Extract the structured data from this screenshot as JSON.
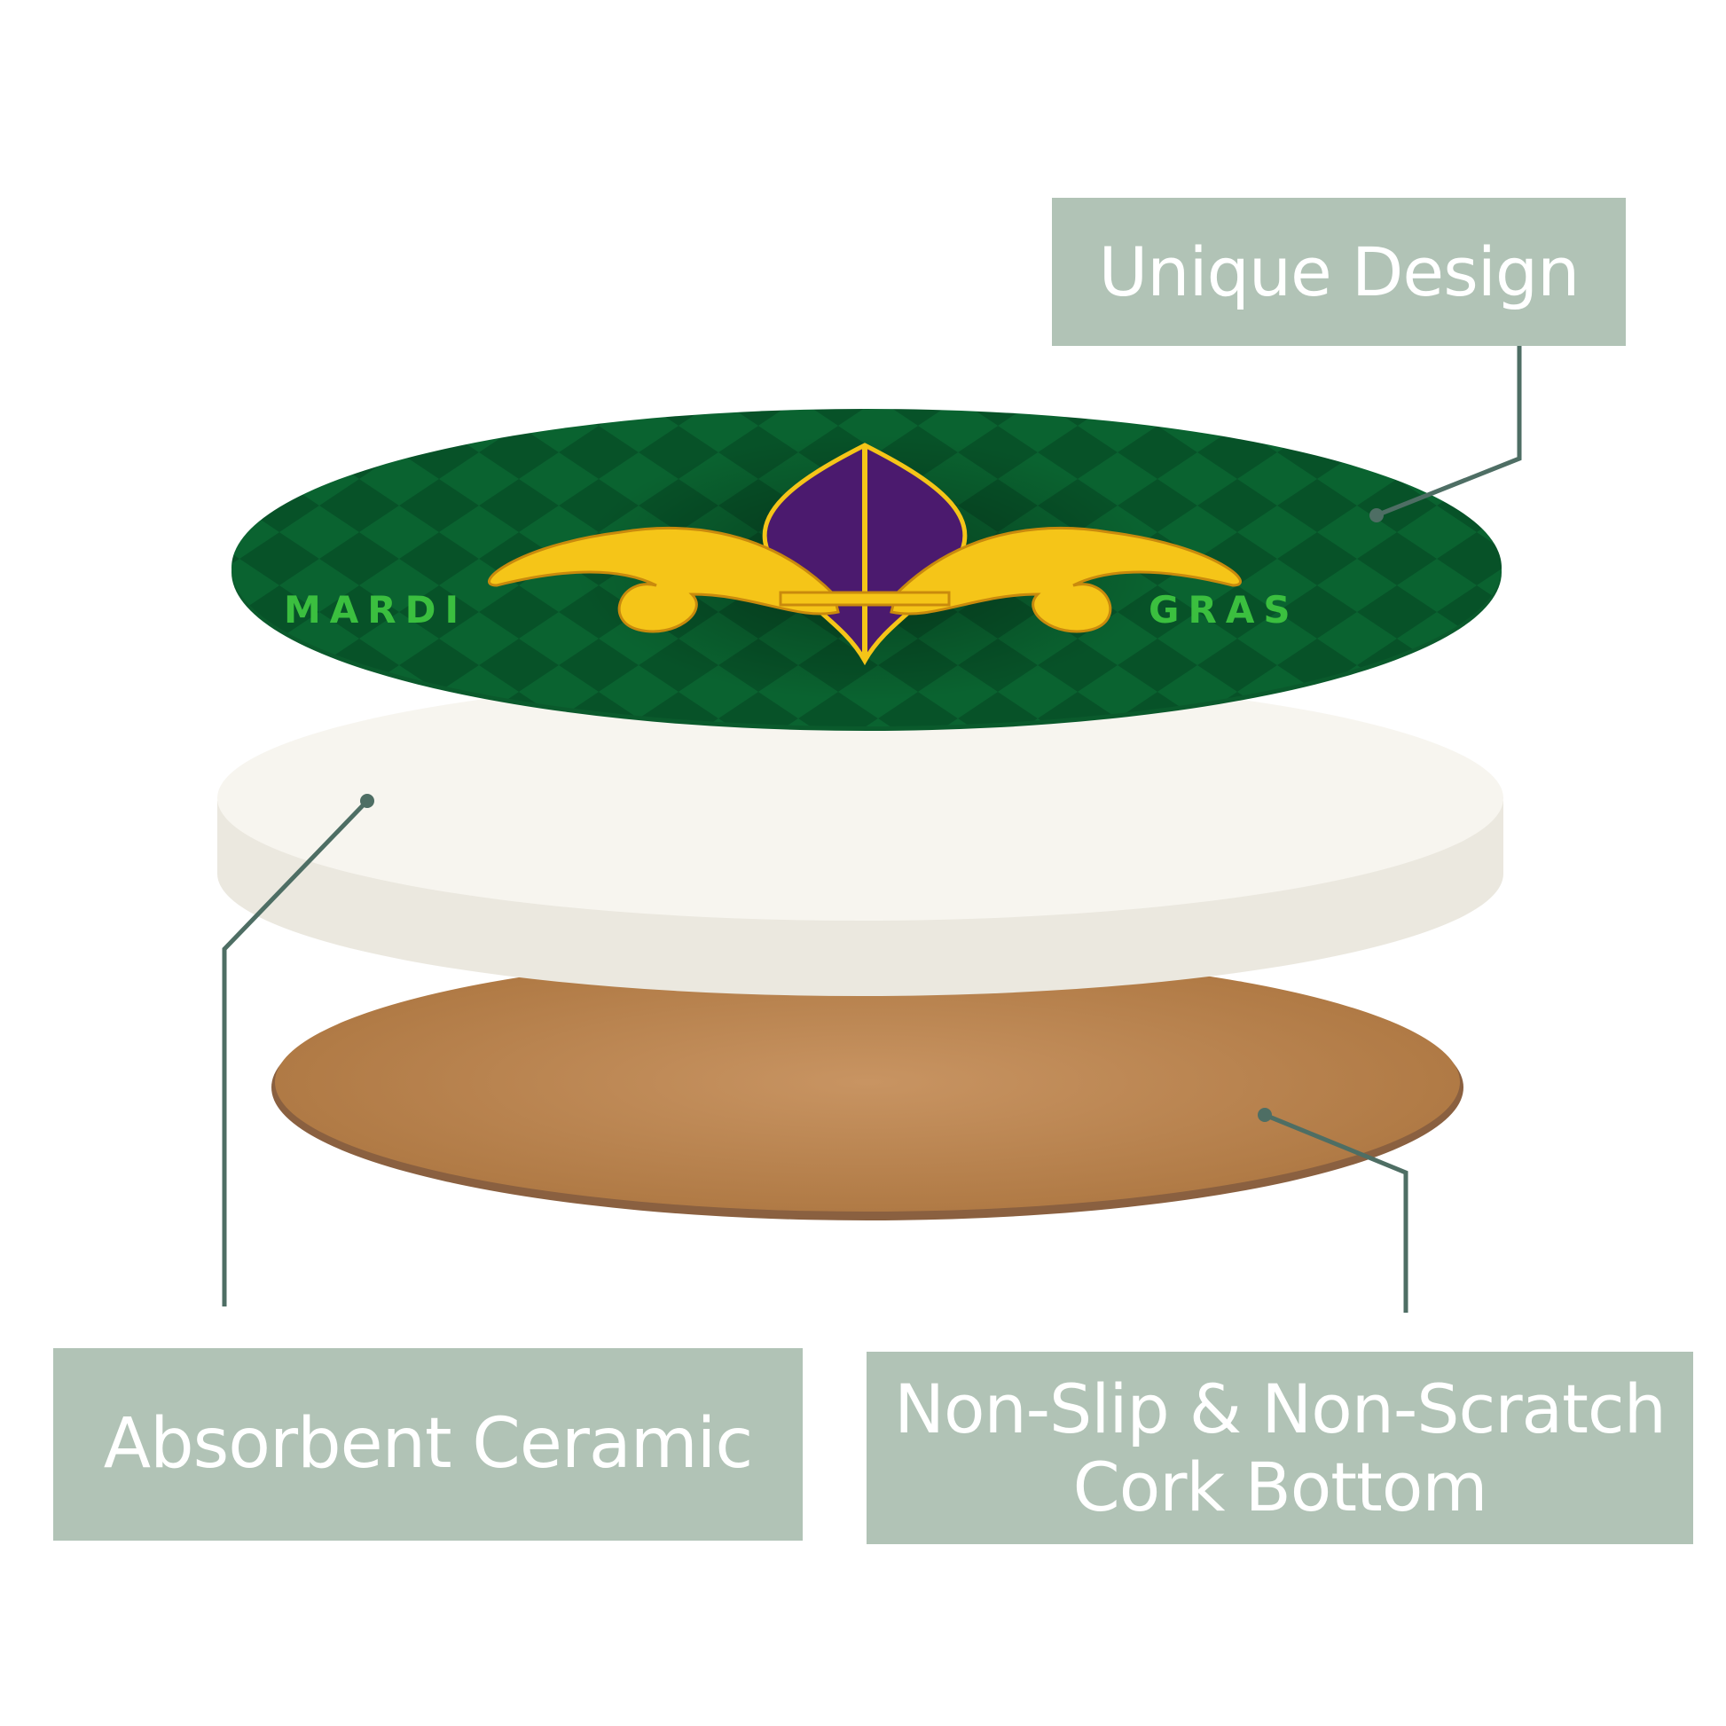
{
  "labels": {
    "top": "Unique Design",
    "left": "Absorbent Ceramic",
    "right_line1": "Non-Slip & Non-Scratch",
    "right_line2": "Cork Bottom"
  },
  "coaster_design": {
    "text_left": "MARDI",
    "text_right": "GRAS"
  },
  "colors": {
    "label_bg": "#b1c3b6",
    "leader_line": "#4e6e64",
    "green": "#0b6a33",
    "gold": "#f5c518",
    "purple": "#4b1a6e",
    "cork": "#c08a55"
  }
}
